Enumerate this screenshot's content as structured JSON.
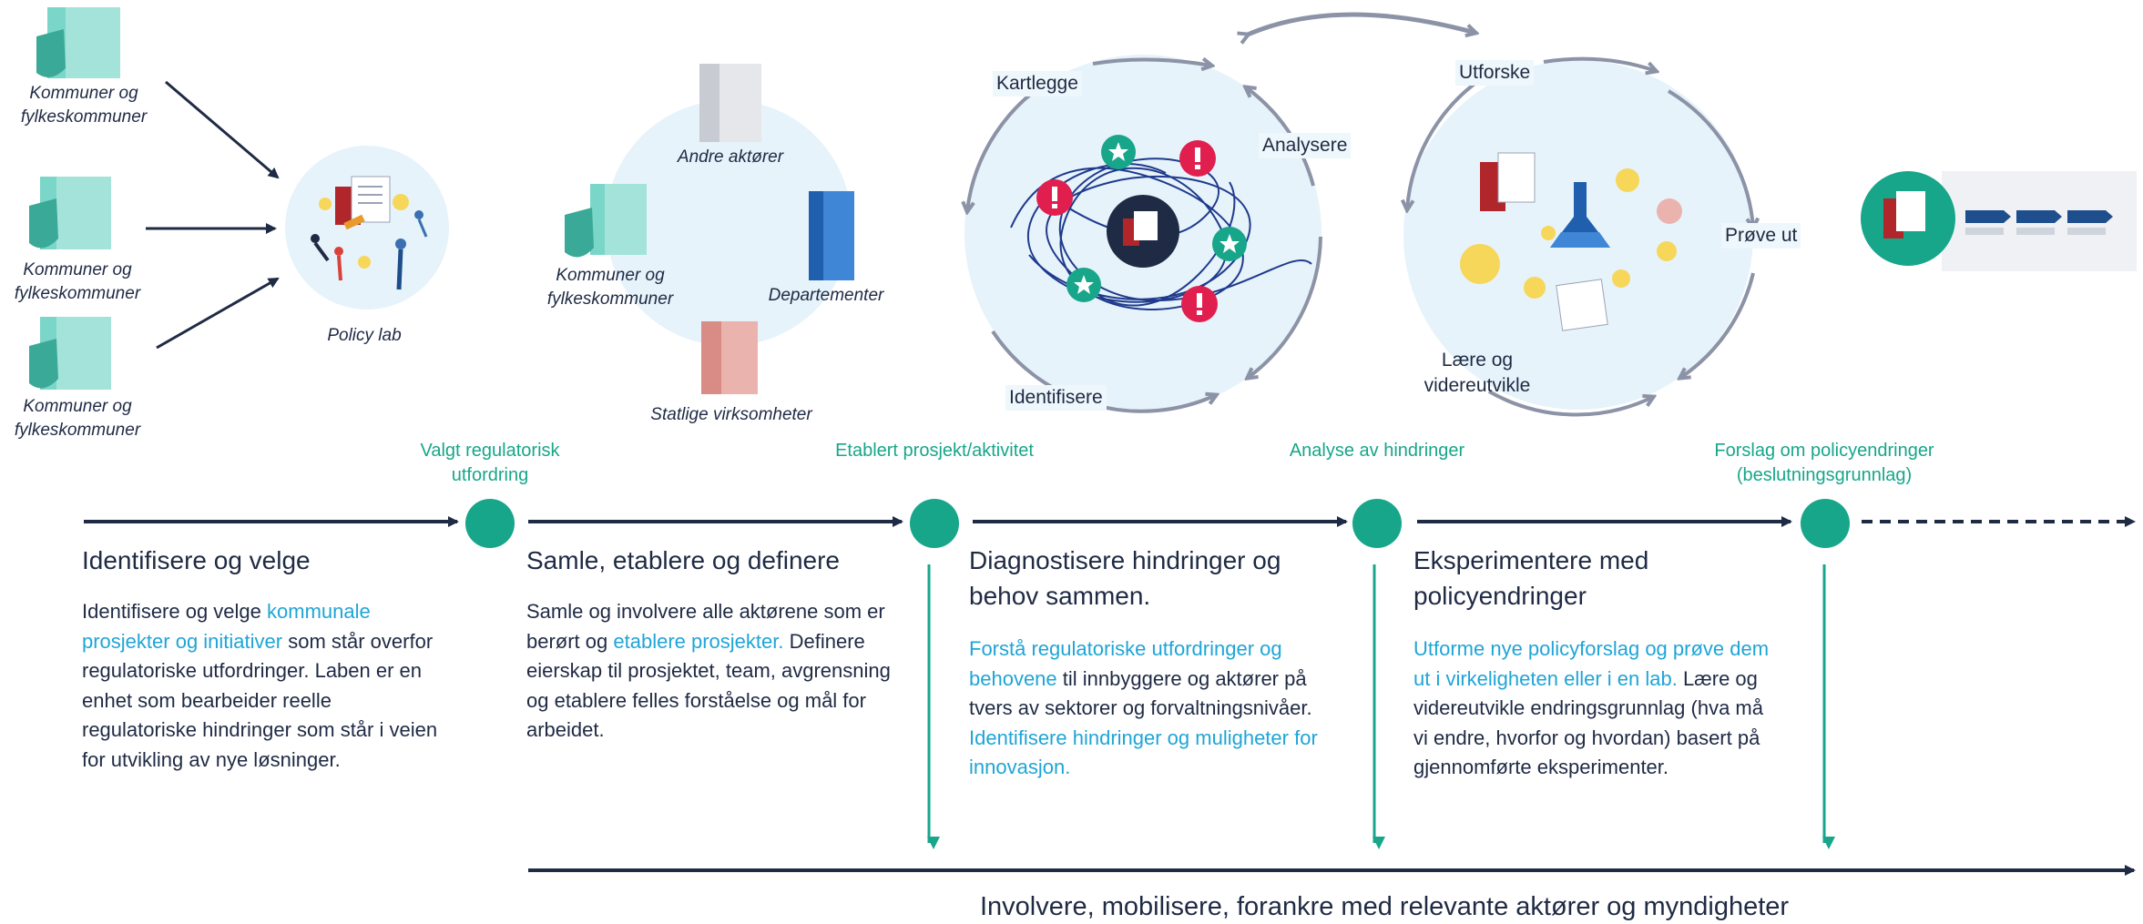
{
  "colors": {
    "navy": "#1f2a44",
    "teal": "#17a68a",
    "highlight_blue": "#1fa5d6",
    "circle_fill": "#e6f3fa",
    "cycle_arrow": "#8c93a6"
  },
  "stakeholders_left": [
    {
      "label": "Kommuner og fylkeskommuner"
    },
    {
      "label": "Kommuner og fylkeskommuner"
    },
    {
      "label": "Kommuner og fylkeskommuner"
    }
  ],
  "policy_lab": {
    "label": "Policy lab"
  },
  "actors": {
    "andre": "Andre aktører",
    "kommuner": "Kommuner og fylkeskommuner",
    "departementer": "Departementer",
    "statlige": "Statlige virksomheter"
  },
  "cycle_diagnose": {
    "kartlegge": "Kartlegge",
    "analysere": "Analysere",
    "identifisere": "Identifisere"
  },
  "cycle_experiment": {
    "utforske": "Utforske",
    "prove": "Prøve ut",
    "laere": "Lære og videreutvikle"
  },
  "milestones": [
    {
      "label": "Valgt regulatorisk utfordring"
    },
    {
      "label": "Etablert prosjekt/aktivitet"
    },
    {
      "label": "Analyse av hindringer"
    },
    {
      "label": "Forslag om policyendringer (beslutningsgrunnlag)"
    }
  ],
  "phases": [
    {
      "title": "Identifisere og velge",
      "body": [
        {
          "t": "Identifisere og velge ",
          "h": false
        },
        {
          "t": "kommunale prosjekter og initiativer",
          "h": true
        },
        {
          "t": " som står overfor regulatoriske utfordringer. Laben er en enhet som bearbeider reelle regulatoriske hindringer som står i veien for utvikling av nye løsninger.",
          "h": false
        }
      ]
    },
    {
      "title": "Samle, etablere og definere",
      "body": [
        {
          "t": "Samle og involvere alle aktørene som er berørt og ",
          "h": false
        },
        {
          "t": "etablere prosjekter.",
          "h": true
        },
        {
          "t": "  Definere eierskap til prosjektet, team, avgrensning og etablere felles forståelse og mål for arbeidet.",
          "h": false
        }
      ]
    },
    {
      "title": "Diagnostisere hindringer og behov sammen.",
      "body": [
        {
          "t": "Forstå regulatoriske utfordringer og behovene",
          "h": true
        },
        {
          "t": " til innbyggere og aktører på tvers av sektorer og forvaltningsnivåer. ",
          "h": false
        },
        {
          "t": "Identifisere hindringer og muligheter for innovasjon.",
          "h": true
        }
      ]
    },
    {
      "title": "Eksperimentere med policyendringer",
      "body": [
        {
          "t": "Utforme nye policyforslag og prøve dem ut i virkeligheten eller i en lab.",
          "h": true
        },
        {
          "t": " Lære og videreutvikle endringsgrunnlag (hva må vi endre, hvorfor og hvordan) basert på gjennomførte eksperimenter.",
          "h": false
        }
      ]
    }
  ],
  "bottom": {
    "label": "Involvere, mobilisere, forankre med relevante aktører og myndigheter"
  }
}
